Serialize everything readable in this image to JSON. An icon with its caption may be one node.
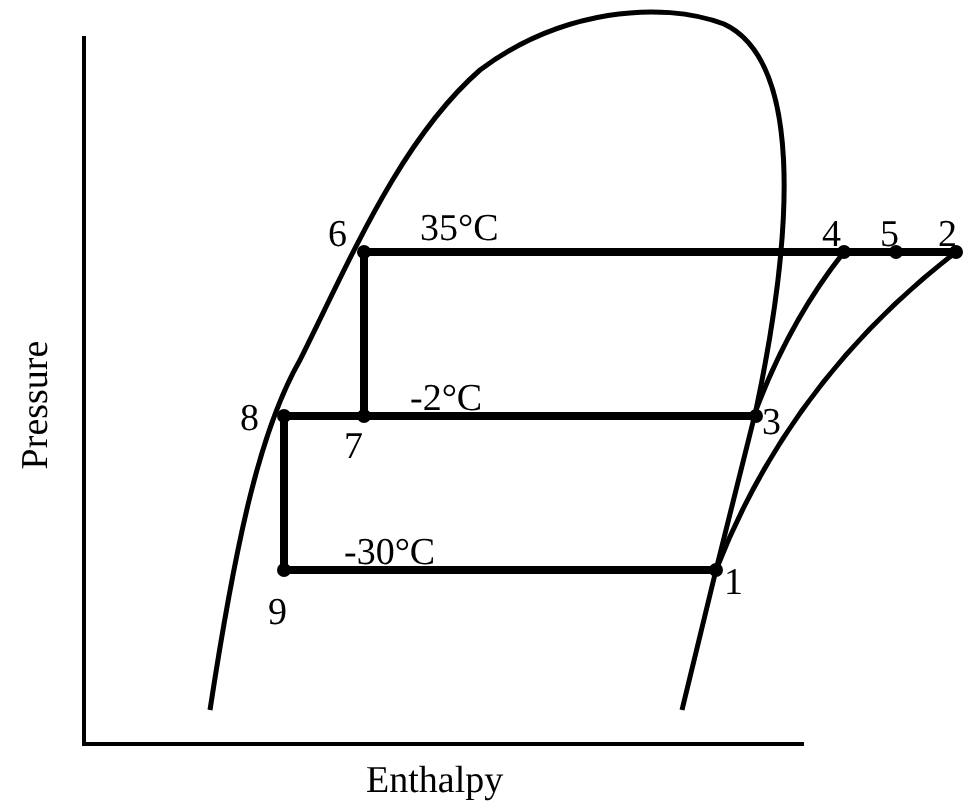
{
  "diagram": {
    "labels": [
      "6",
      "35°C",
      "4",
      "5",
      "2",
      "8",
      "-2°C",
      "3",
      "7",
      "-30°C",
      "1",
      "9",
      "Pressure",
      "Enthalpy"
    ]
  }
}
